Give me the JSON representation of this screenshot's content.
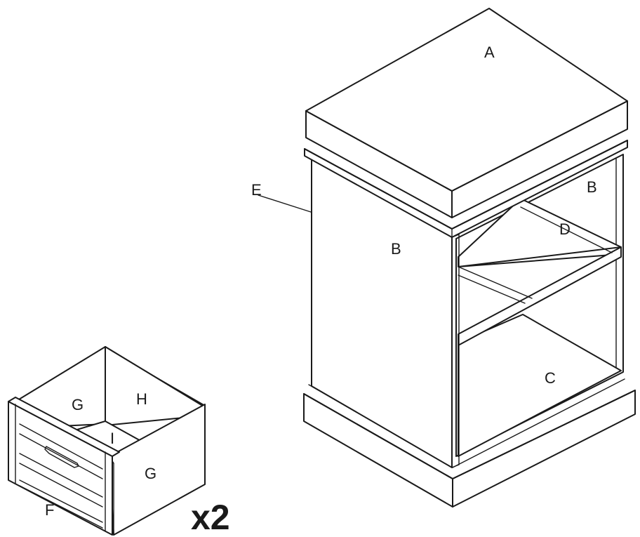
{
  "labels": {
    "a": "A",
    "b_side": "B",
    "b_back": "B",
    "c": "C",
    "d": "D",
    "e": "E",
    "f": "F",
    "g_inner": "G",
    "g_outer": "G",
    "h": "H",
    "i": "I"
  },
  "quantity": "x2"
}
